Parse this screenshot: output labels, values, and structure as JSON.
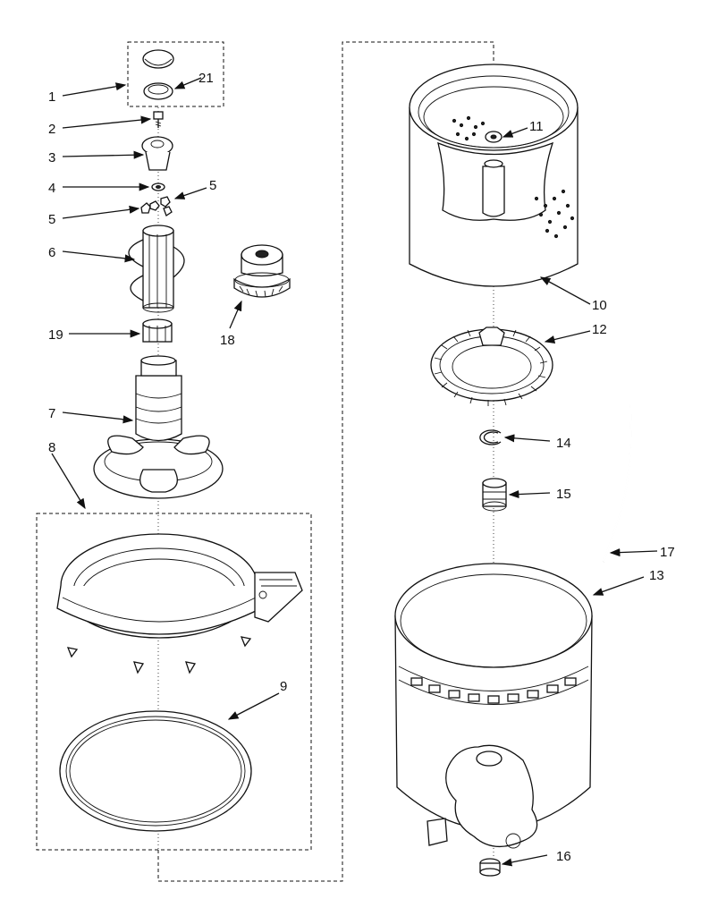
{
  "callouts": {
    "c1": "1",
    "c2": "2",
    "c3": "3",
    "c4": "4",
    "c5a": "5",
    "c5b": "5",
    "c6": "6",
    "c7": "7",
    "c8": "8",
    "c9": "9",
    "c10": "10",
    "c11": "11",
    "c12": "12",
    "c13": "13",
    "c14": "14",
    "c15": "15",
    "c16": "16",
    "c17": "17",
    "c18": "18",
    "c19": "19",
    "c21": "21"
  },
  "colors": {
    "ink": "#111111",
    "paper": "#ffffff"
  }
}
